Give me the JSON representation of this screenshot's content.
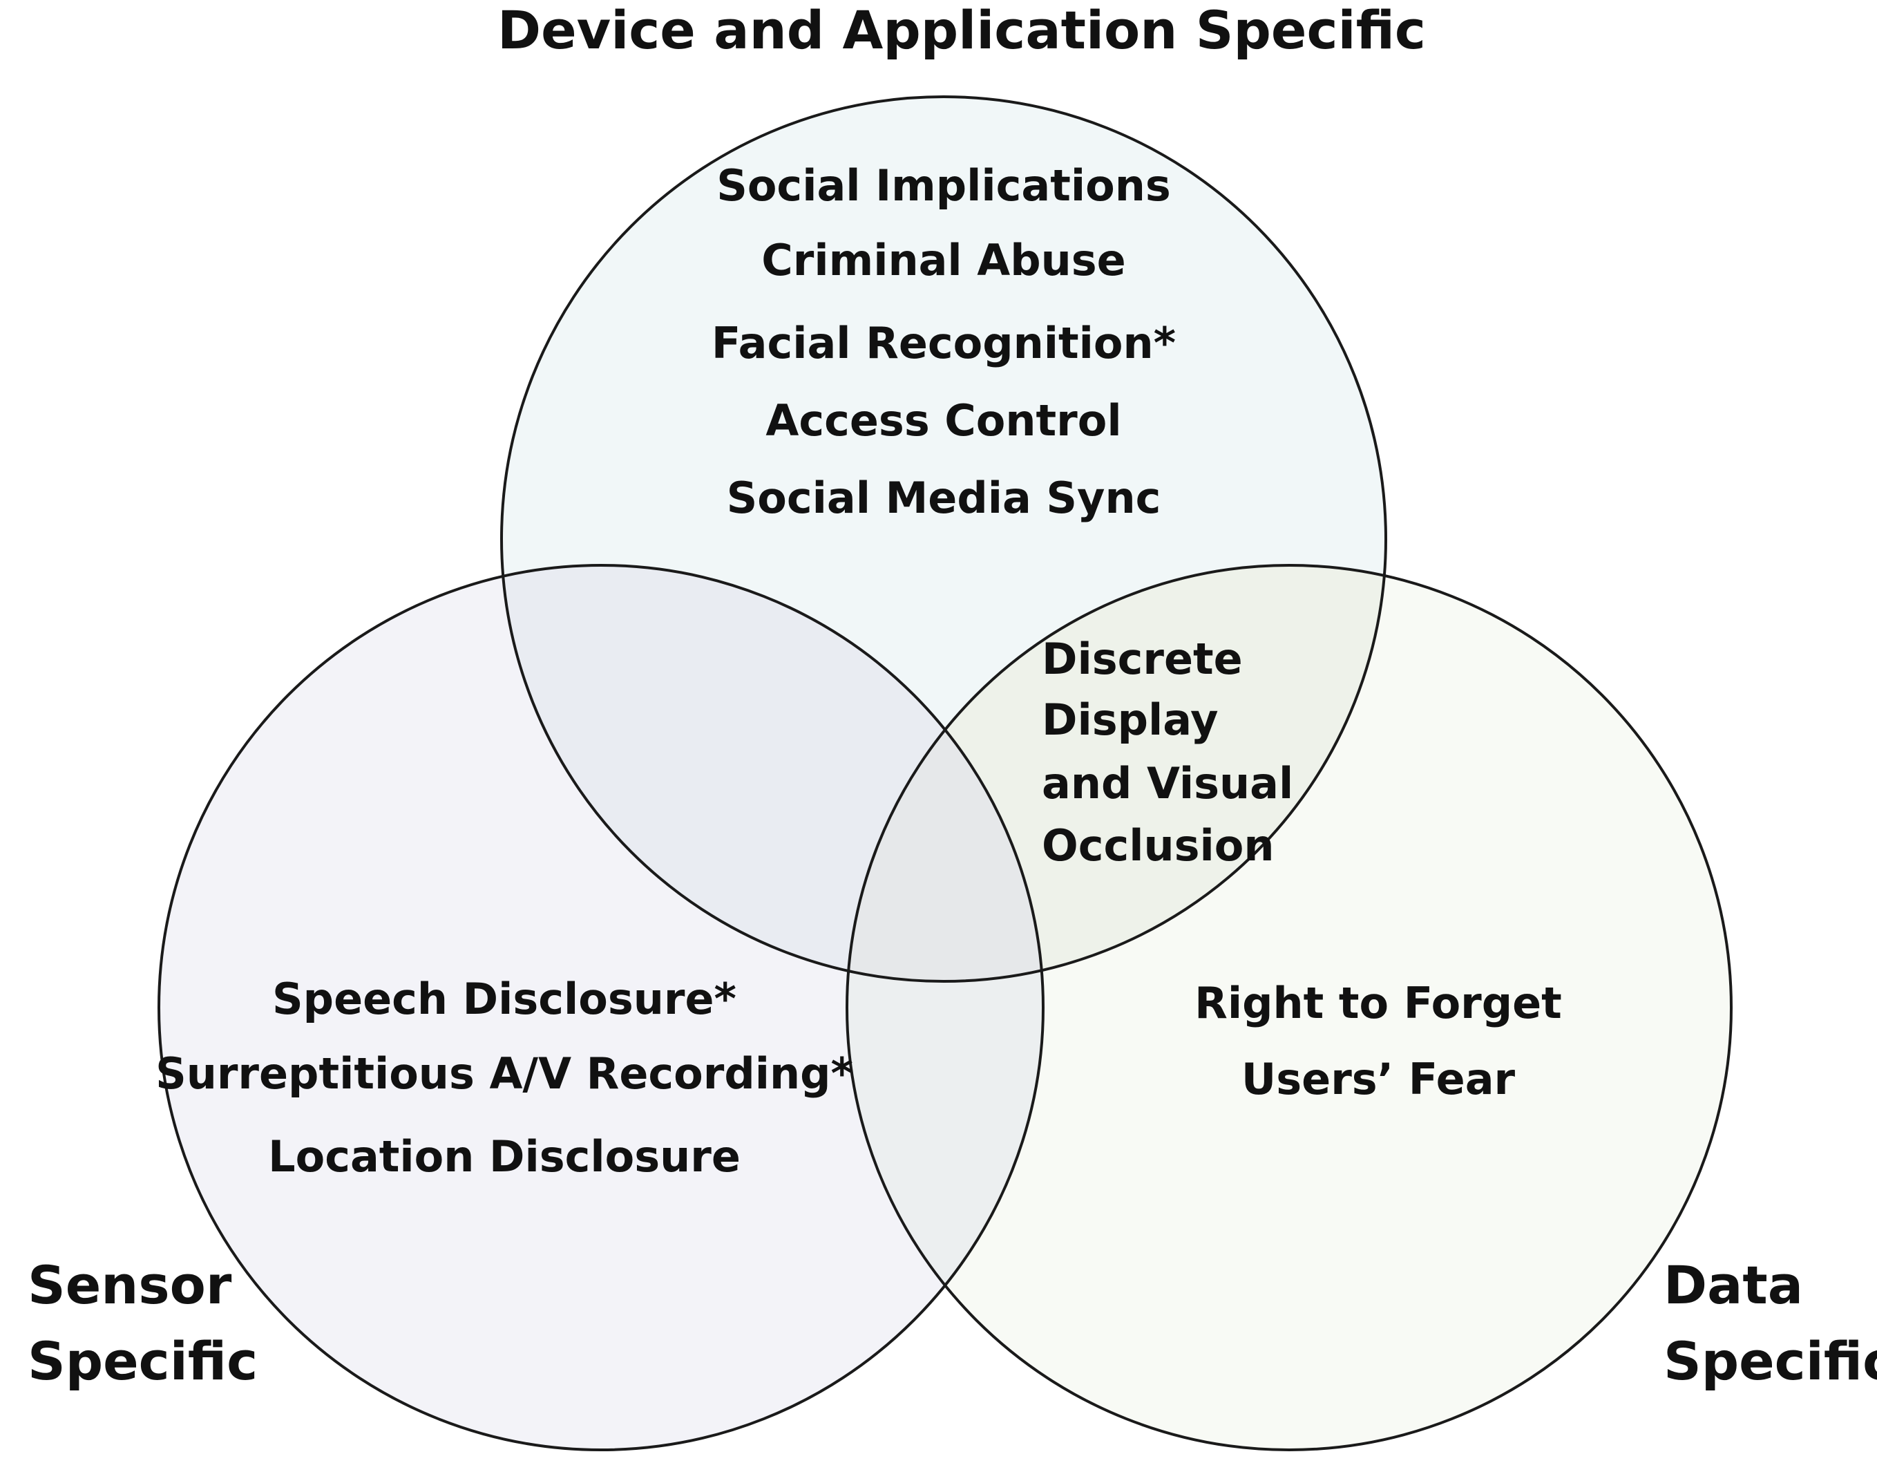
{
  "diagram": {
    "type": "venn",
    "sets": {
      "device": {
        "title": "Device and Application Specific",
        "items": [
          "Social Implications",
          "Criminal Abuse",
          "Facial Recognition*",
          "Access Control",
          "Social Media Sync"
        ],
        "fill": "#f1f7f8"
      },
      "sensor": {
        "title_lines": [
          "Sensor",
          "Specific"
        ],
        "items": [
          "Speech Disclosure*",
          "Surreptitious A/V Recording*",
          "Location Disclosure"
        ],
        "fill": "#f3f3f8"
      },
      "data": {
        "title_lines": [
          "Data",
          "Specific"
        ],
        "items": [
          "Right to Forget",
          "Users’ Fear"
        ],
        "fill": "#f8faf5"
      }
    },
    "intersections": {
      "device_data": {
        "lines": [
          "Discrete",
          "Display",
          "and Visual",
          "Occlusion"
        ]
      }
    },
    "colors": {
      "stroke": "#1a1a1a",
      "overlap_device_sensor": "#e9ecf2",
      "overlap_device_data": "#eef2ea",
      "overlap_sensor_data": "#eceff0",
      "overlap_all": "#e6e8ea"
    }
  }
}
